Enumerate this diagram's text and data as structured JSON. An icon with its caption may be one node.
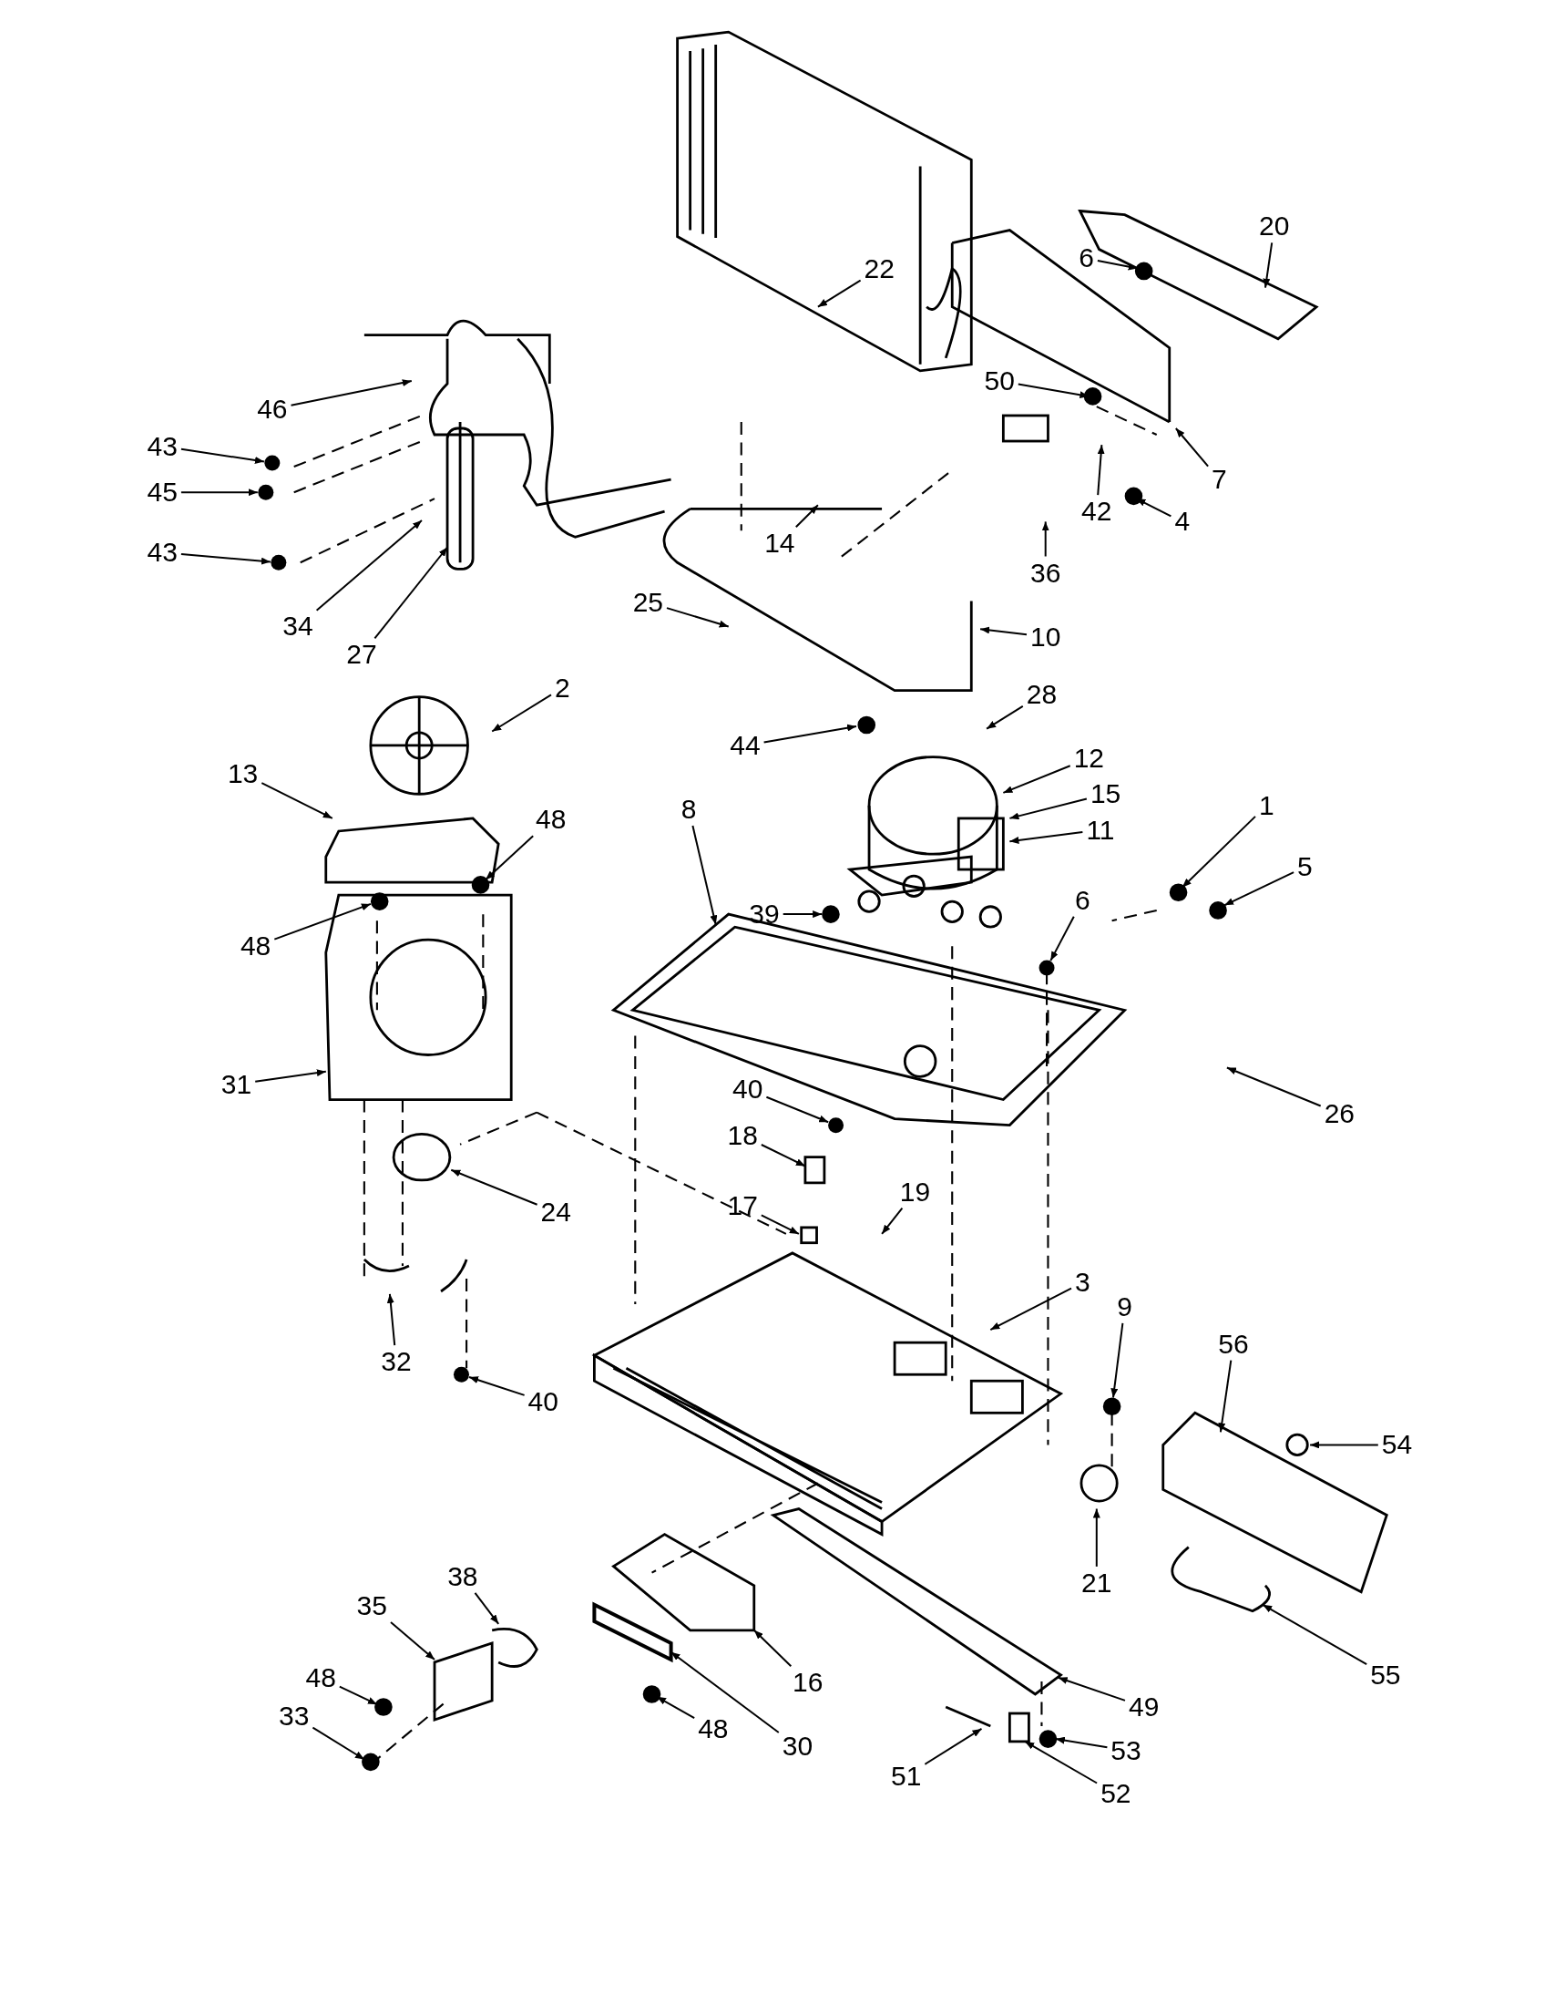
{
  "diagram": {
    "nodes": [
      {
        "text": [
          "20"
        ]
      },
      {
        "text": [
          "22"
        ]
      },
      {
        "text": [
          "6"
        ]
      },
      {
        "text": [
          "46"
        ]
      },
      {
        "text": [
          "50"
        ]
      },
      {
        "text": [
          "43"
        ]
      },
      {
        "text": [
          "45"
        ]
      },
      {
        "text": [
          "42"
        ]
      },
      {
        "text": [
          "4"
        ]
      },
      {
        "text": [
          "7"
        ]
      },
      {
        "text": [
          "43"
        ]
      },
      {
        "text": [
          "14"
        ]
      },
      {
        "text": [
          "36"
        ]
      },
      {
        "text": [
          "34"
        ]
      },
      {
        "text": [
          "27"
        ]
      },
      {
        "text": [
          "25"
        ]
      },
      {
        "text": [
          "10"
        ]
      },
      {
        "text": [
          "2"
        ]
      },
      {
        "text": [
          "28"
        ]
      },
      {
        "text": [
          "44"
        ]
      },
      {
        "text": [
          "12"
        ]
      },
      {
        "text": [
          "15"
        ]
      },
      {
        "text": [
          "13"
        ]
      },
      {
        "text": [
          "11"
        ]
      },
      {
        "text": [
          "48"
        ]
      },
      {
        "text": [
          "1"
        ]
      },
      {
        "text": [
          "5"
        ]
      },
      {
        "text": [
          "8"
        ]
      },
      {
        "text": [
          "48"
        ]
      },
      {
        "text": [
          "39"
        ]
      },
      {
        "text": [
          "6"
        ]
      },
      {
        "text": [
          "31"
        ]
      },
      {
        "text": [
          "40"
        ]
      },
      {
        "text": [
          "26"
        ]
      },
      {
        "text": [
          "18"
        ]
      },
      {
        "text": [
          "24"
        ]
      },
      {
        "text": [
          "19"
        ]
      },
      {
        "text": [
          "17"
        ]
      },
      {
        "text": [
          "3"
        ]
      },
      {
        "text": [
          "9"
        ]
      },
      {
        "text": [
          "32"
        ]
      },
      {
        "text": [
          "40"
        ]
      },
      {
        "text": [
          "56"
        ]
      },
      {
        "text": [
          "54"
        ]
      },
      {
        "text": [
          "38"
        ]
      },
      {
        "text": [
          "21"
        ]
      },
      {
        "text": [
          "35"
        ]
      },
      {
        "text": [
          "16"
        ]
      },
      {
        "text": [
          "55"
        ]
      },
      {
        "text": [
          "48"
        ]
      },
      {
        "text": [
          "49"
        ]
      },
      {
        "text": [
          "48"
        ]
      },
      {
        "text": [
          "30"
        ]
      },
      {
        "text": [
          "53"
        ]
      },
      {
        "text": [
          "33"
        ]
      },
      {
        "text": [
          "51"
        ]
      },
      {
        "text": [
          "52"
        ]
      },
      {
        "text": [],
        "shape": "circle"
      },
      {
        "text": [],
        "shape": "circle"
      },
      {
        "text": [],
        "shape": "circle"
      },
      {
        "text": [],
        "shape": "box"
      },
      {
        "text": [],
        "shape": "circle"
      },
      {
        "text": [],
        "shape": "circle"
      },
      {
        "text": [],
        "shape": "bar"
      },
      {
        "text": [],
        "shape": "circle"
      },
      {
        "text": [],
        "shape": "box"
      }
    ],
    "edges": [
      {
        "from": 0,
        "to": null,
        "arrow": "to"
      },
      {
        "from": 1,
        "to": null,
        "arrow": "to"
      },
      {
        "from": 2,
        "to": null,
        "arrow": "to"
      },
      {
        "from": 3,
        "to": null,
        "arrow": "to"
      },
      {
        "from": 4,
        "to": null,
        "arrow": "to"
      },
      {
        "from": 5,
        "to": 57,
        "arrow": "to"
      },
      {
        "from": 6,
        "to": 58,
        "arrow": "to"
      },
      {
        "from": 7,
        "to": null,
        "arrow": "to"
      },
      {
        "from": 8,
        "to": null,
        "arrow": "to"
      },
      {
        "from": 9,
        "to": null,
        "arrow": "to"
      },
      {
        "from": 10,
        "to": 59,
        "arrow": "to"
      },
      {
        "from": 11,
        "to": null,
        "arrow": "to"
      },
      {
        "from": 12,
        "to": null,
        "arrow": "to"
      },
      {
        "from": 13,
        "to": null,
        "arrow": "to"
      },
      {
        "from": 14,
        "to": null,
        "arrow": "to"
      },
      {
        "from": 15,
        "to": null,
        "arrow": "to"
      },
      {
        "from": 16,
        "to": null,
        "arrow": "to"
      },
      {
        "from": 17,
        "to": null,
        "arrow": "to"
      },
      {
        "from": 18,
        "to": null,
        "arrow": "to"
      },
      {
        "from": 19,
        "to": null,
        "arrow": "to"
      },
      {
        "from": 20,
        "to": null,
        "arrow": "to"
      },
      {
        "from": 21,
        "to": null,
        "arrow": "to"
      },
      {
        "from": 22,
        "to": null,
        "arrow": "to"
      },
      {
        "from": 23,
        "to": null,
        "arrow": "to"
      },
      {
        "from": 24,
        "to": null,
        "arrow": "to"
      },
      {
        "from": 25,
        "to": null,
        "arrow": "to"
      },
      {
        "from": 26,
        "to": null,
        "arrow": "to"
      },
      {
        "from": 27,
        "to": 60,
        "arrow": "to"
      },
      {
        "from": 28,
        "to": null,
        "arrow": "to"
      },
      {
        "from": 29,
        "to": null,
        "arrow": "to"
      },
      {
        "from": 30,
        "to": 64,
        "arrow": "to"
      },
      {
        "from": 31,
        "to": null,
        "arrow": "to"
      },
      {
        "from": 32,
        "to": 61,
        "arrow": "to"
      },
      {
        "from": 33,
        "to": null,
        "arrow": "to"
      },
      {
        "from": 34,
        "to": 65,
        "arrow": "to"
      },
      {
        "from": 35,
        "to": null,
        "arrow": "to"
      },
      {
        "from": 36,
        "to": null,
        "arrow": "to"
      },
      {
        "from": 37,
        "to": null,
        "arrow": "to"
      },
      {
        "from": 38,
        "to": null,
        "arrow": "to"
      },
      {
        "from": 39,
        "to": null,
        "arrow": "to"
      },
      {
        "from": 40,
        "to": null,
        "arrow": "to"
      },
      {
        "from": 41,
        "to": 62,
        "arrow": "to"
      },
      {
        "from": 42,
        "to": null,
        "arrow": "to"
      },
      {
        "from": 43,
        "to": null,
        "arrow": "to"
      },
      {
        "from": 44,
        "to": null,
        "arrow": "to"
      },
      {
        "from": 45,
        "to": null,
        "arrow": "to"
      },
      {
        "from": 46,
        "to": null,
        "arrow": "to"
      },
      {
        "from": 47,
        "to": null,
        "arrow": "to"
      },
      {
        "from": 48,
        "to": null,
        "arrow": "to"
      },
      {
        "from": 49,
        "to": null,
        "arrow": "to"
      },
      {
        "from": 50,
        "to": null,
        "arrow": "to"
      },
      {
        "from": 51,
        "to": null,
        "arrow": "to"
      },
      {
        "from": 52,
        "to": 63,
        "arrow": "to"
      },
      {
        "from": 53,
        "to": null,
        "arrow": "to"
      },
      {
        "from": 54,
        "to": null,
        "arrow": "to"
      },
      {
        "from": 55,
        "to": null,
        "arrow": "to"
      },
      {
        "from": 56,
        "to": null,
        "arrow": "to"
      }
    ]
  }
}
